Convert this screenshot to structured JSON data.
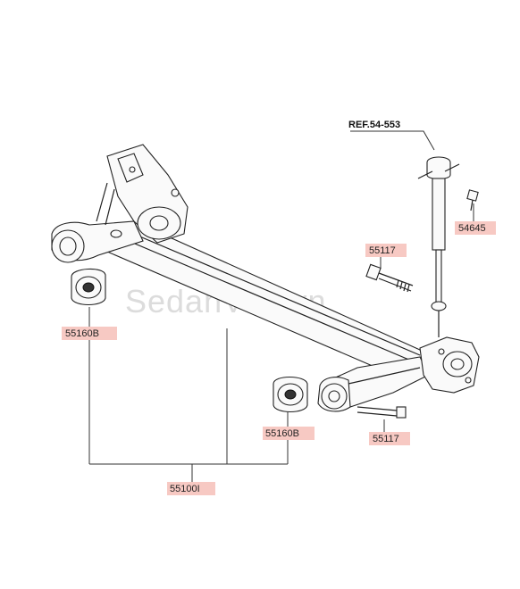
{
  "watermark": "SedanViet.vn",
  "reference": "REF.54-553",
  "labels": {
    "bushing_left": "55160B",
    "bushing_right": "55160B",
    "axle": "55100I",
    "bolt_upper": "55117",
    "bolt_lower": "55117",
    "nut": "54645"
  },
  "colors": {
    "label_highlight": "#f7c9c3",
    "line": "#222222",
    "watermark": "#dcdcdc"
  }
}
